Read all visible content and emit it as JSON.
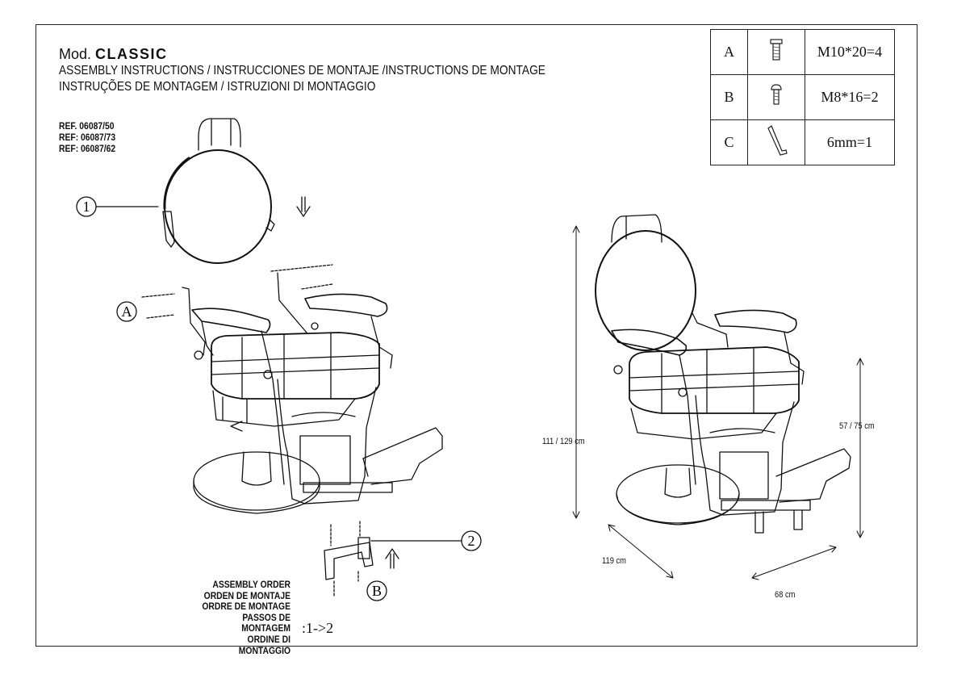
{
  "header": {
    "model_prefix": "Mod.",
    "model_name": "CLASSIC",
    "line1": "ASSEMBLY INSTRUCTIONS  /  INSTRUCCIONES DE MONTAJE  /INSTRUCTIONS DE MONTAGE",
    "line2": "INSTRUÇÕES DE MONTAGEM / ISTRUZIONI DI MONTAGGIO"
  },
  "refs": [
    "REF. 06087/50",
    "REF: 06087/73",
    "REF: 06087/62"
  ],
  "parts": [
    {
      "letter": "A",
      "icon": "bolt-icon",
      "qty": "M10*20=4"
    },
    {
      "letter": "B",
      "icon": "bolt-icon",
      "qty": "M8*16=2"
    },
    {
      "letter": "C",
      "icon": "allen-key-icon",
      "qty": "6mm=1"
    }
  ],
  "callouts": {
    "step1": "1",
    "step2": "2",
    "part_a": "A",
    "part_b": "B"
  },
  "assembly_order": {
    "lines": [
      "ASSEMBLY ORDER",
      "ORDEN DE MONTAJE",
      "ORDRE DE MONTAGE",
      "PASSOS DE MONTAGEM",
      "ORDINE DI MONTAGGIO"
    ],
    "sequence": ":1->2"
  },
  "dimensions": {
    "height": "111 / 129 cm",
    "seat_height": "57 / 75 cm",
    "depth": "119 cm",
    "width": "68 cm"
  }
}
